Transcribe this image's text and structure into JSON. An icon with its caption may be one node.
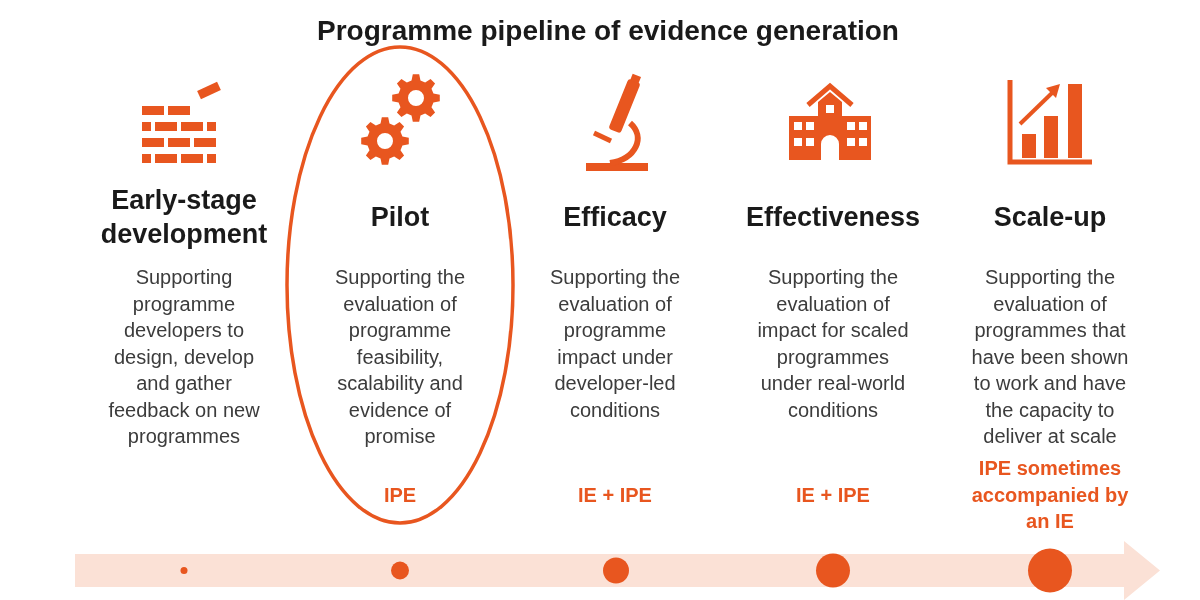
{
  "diagram": {
    "title": "Programme pipeline of evidence generation",
    "nodes": [
      {
        "text": [
          "Pilot",
          "Supporting the evaluation of programme feasibility, scalability and evidence of promise",
          "IPE"
        ]
      }
    ],
    "labels": [
      "Early-stage development",
      "Supporting programme developers to design, develop and gather feedback on new programmes",
      "Efficacy",
      "Supporting the evaluation of programme impact under developer-led conditions",
      "IE + IPE",
      "Effectiveness",
      "Supporting the evaluation of impact for scaled programmes under real-world conditions",
      "IE + IPE",
      "Scale-up",
      "Supporting the evaluation of programmes that have been shown to work and have the capacity to deliver at scale",
      "IPE sometimes accompanied by an IE"
    ]
  }
}
